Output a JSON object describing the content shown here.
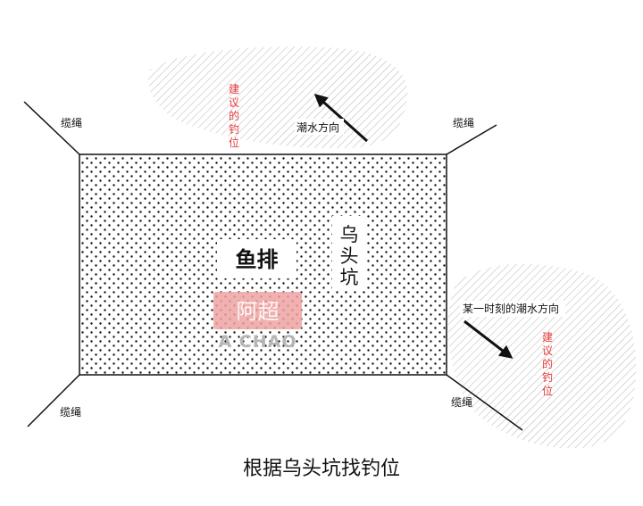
{
  "title": "根据乌头坑找钓位",
  "raft_label": "鱼排",
  "pit_label": "乌头坑",
  "rope_label": "缆绳",
  "tide_direction_label": "潮水方向",
  "tide_direction_moment_label": "某一时刻的潮水方向",
  "suggested_spot_label": "建议的钓位",
  "watermark": {
    "logo_text": "阿超",
    "text": "A CHAO"
  },
  "colors": {
    "red_label": "#e83a3a",
    "watermark_pink": "#f0a3a3",
    "watermark_gray": "#b5b5b5",
    "hatch": "#b9b9b9",
    "ink": "#111111"
  }
}
